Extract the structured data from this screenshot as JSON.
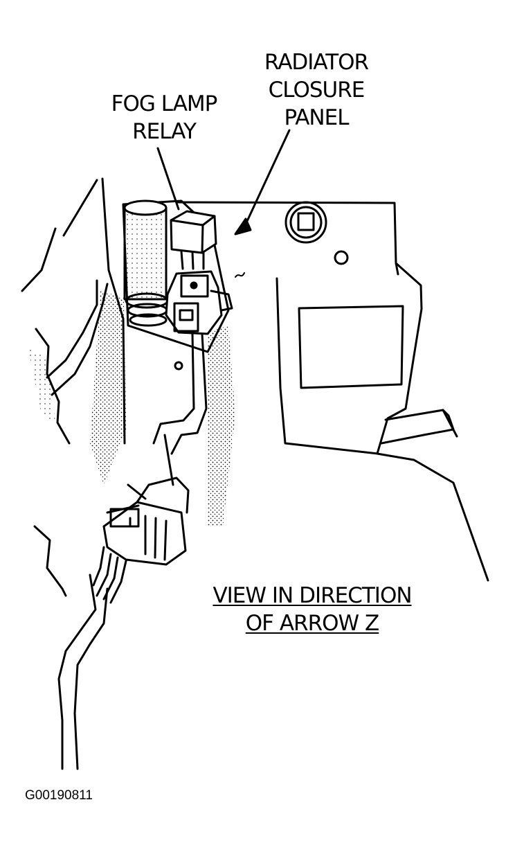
{
  "labels": {
    "radiator_closure_panel": [
      "RADIATOR",
      "CLOSURE",
      "PANEL"
    ],
    "fog_lamp_relay": [
      "FOG LAMP",
      "RELAY"
    ],
    "view_direction": [
      "VIEW IN DIRECTION",
      "OF ARROW Z"
    ]
  },
  "figure_id": "G00190811"
}
